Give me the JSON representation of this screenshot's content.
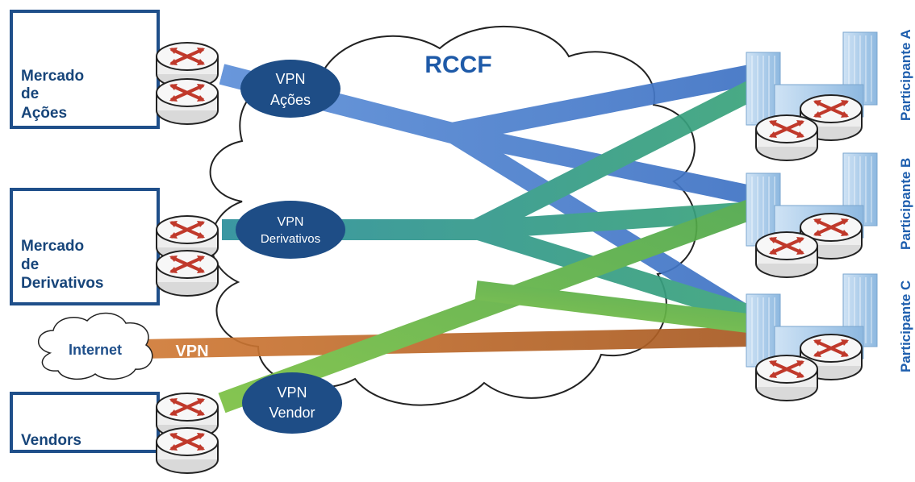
{
  "cloud": {
    "title": "RCCF"
  },
  "sources": {
    "acoes": {
      "line1": "Mercado",
      "line2": "de",
      "line3": "Ações"
    },
    "derivativos": {
      "line1": "Mercado",
      "line2": "de",
      "line3": "Derivativos"
    },
    "vendors": {
      "line1": "Vendors"
    },
    "internet": {
      "label": "Internet"
    }
  },
  "vpns": {
    "acoes": {
      "line1": "VPN",
      "line2": "Ações"
    },
    "derivativos": {
      "line1": "VPN",
      "line2": "Derivativos"
    },
    "vendor": {
      "line1": "VPN",
      "line2": "Vendor"
    },
    "internet": {
      "label": "VPN"
    }
  },
  "participants": {
    "a": "Participante A",
    "b": "Participante B",
    "c": "Participante C"
  },
  "colors": {
    "acoes_link": "#3f73c4",
    "derivativos_link": "#2f9a8a",
    "vendor_link": "#63b53c",
    "internet_link": "#c2692a",
    "box_border": "#1f4f8a",
    "vpn_fill": "#1e4d86",
    "router_arrow": "#c0392b",
    "building": "#9fc4e6"
  },
  "icons": {
    "router": "router-icon",
    "building": "building-icon",
    "cloud": "cloud-icon"
  }
}
